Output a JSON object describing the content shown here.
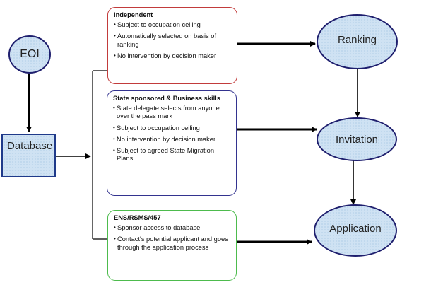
{
  "nodes": {
    "eoi": "EOI",
    "database": "Database",
    "ranking": "Ranking",
    "invitation": "Invitation",
    "application": "Application"
  },
  "boxes": [
    {
      "title": "Independent",
      "color": "#c23b3b",
      "items": [
        "Subject to occupation ceiling",
        "Automatically selected on basis of ranking",
        "No intervention by decision maker"
      ]
    },
    {
      "title": "State sponsored & Business skills",
      "color": "#33338f",
      "items": [
        "State delegate selects from anyone over the pass mark",
        "Subject to occupation ceiling",
        "No intervention by decision maker",
        "Subject to agreed State Migration Plans"
      ]
    },
    {
      "title": "ENS/RSMS/457",
      "color": "#4dbb4d",
      "items": [
        "Sponsor access to database",
        "Contact's potential applicant and goes through the application process"
      ]
    }
  ],
  "colors": {
    "shape_fill": "#cfe2f3",
    "shape_border": "#1f1f6e"
  }
}
